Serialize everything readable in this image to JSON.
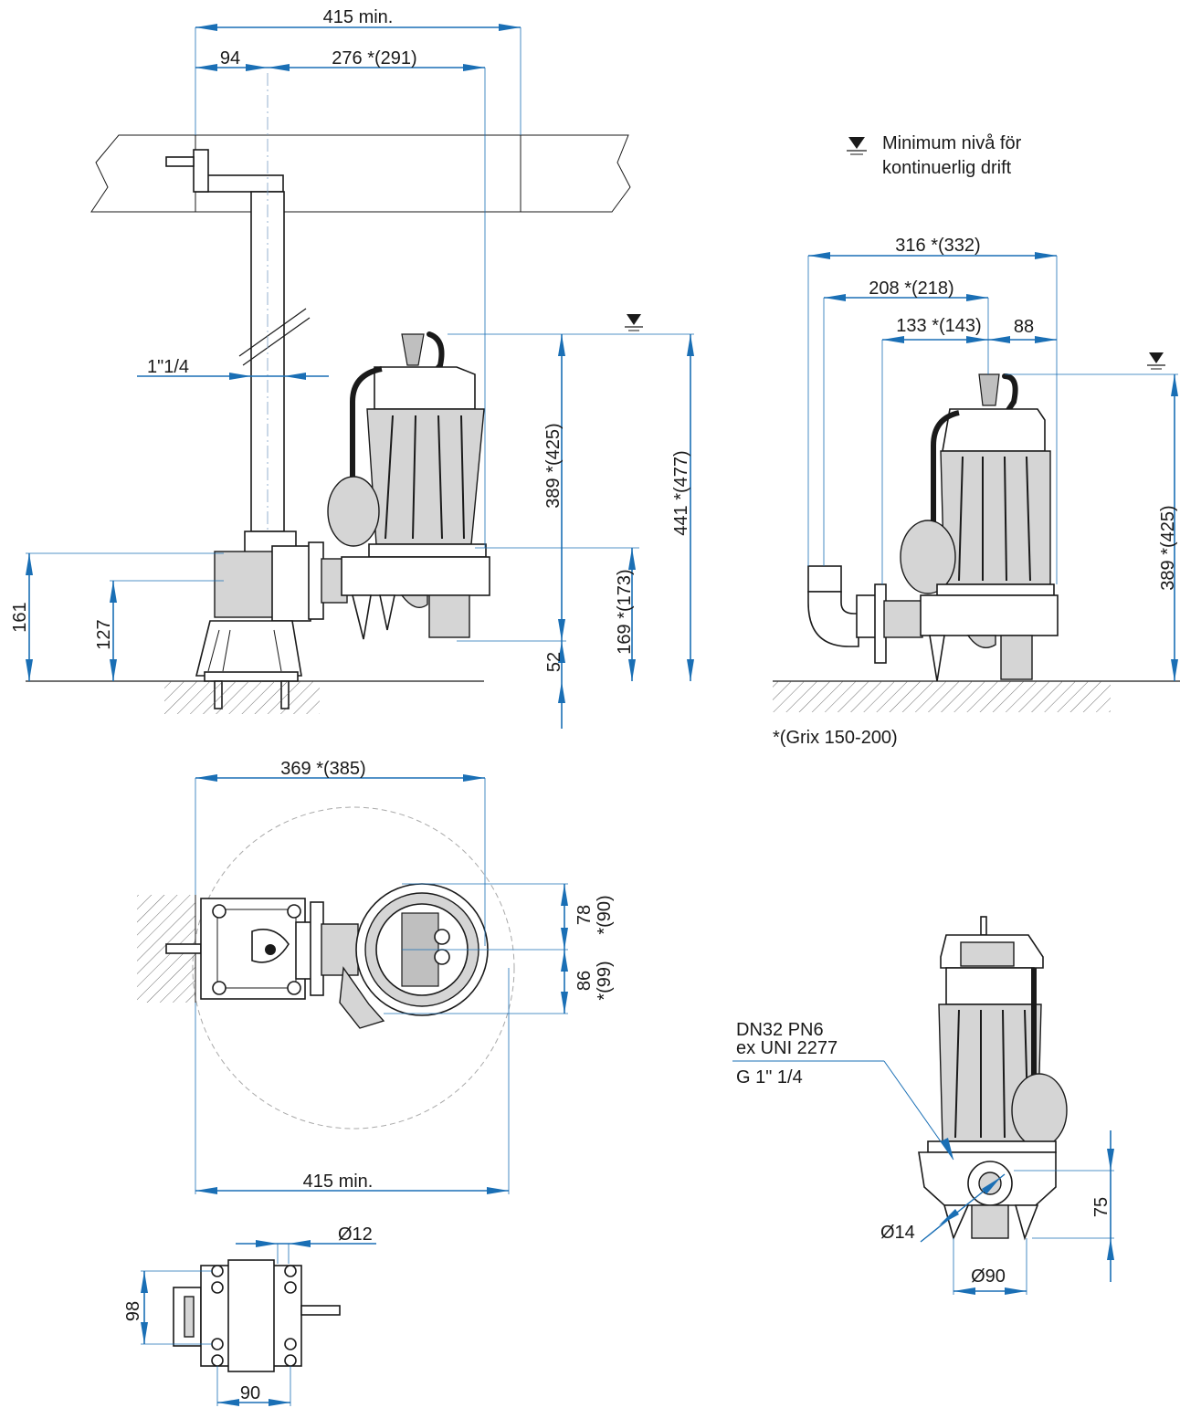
{
  "legend": {
    "symbol": "water-level-icon",
    "line1": "Minimum nivå för",
    "line2": "kontinuerlig drift"
  },
  "note": "*(Grix 150-200)",
  "connection": {
    "line1": "DN32 PN6",
    "line2": "ex UNI 2277",
    "line3": "G 1\" 1/4"
  },
  "side_view": {
    "top_width": "415 min.",
    "rail_offset": "94",
    "pipe_to_pump": "276 *(291)",
    "pipe_size": "1\"1/4",
    "height_389": "389 *(425)",
    "height_441": "441 *(477)",
    "height_169": "169 *(173)",
    "height_52": "52",
    "height_161": "161",
    "height_127": "127"
  },
  "right_view": {
    "width_316": "316 *(332)",
    "width_208": "208 *(218)",
    "width_133": "133 *(143)",
    "width_88": "88",
    "height_389": "389 *(425)"
  },
  "plan_view": {
    "width_369": "369 *(385)",
    "width_415": "415 min.",
    "dim_78": "78",
    "dim_90": "*(90)",
    "dim_86": "86",
    "dim_99": "*(99)"
  },
  "base_view": {
    "dia_12": "Ø12",
    "dim_98": "98",
    "dim_90": "90"
  },
  "front_view": {
    "dia_14": "Ø14",
    "dia_90": "Ø90",
    "dim_75": "75"
  }
}
